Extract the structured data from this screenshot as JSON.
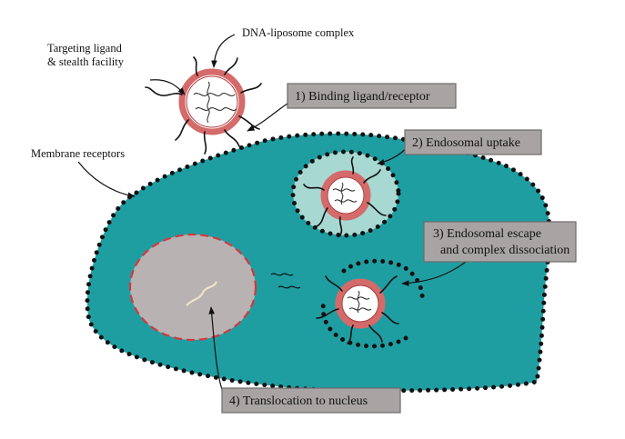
{
  "labels": {
    "targeting": "Targeting ligand",
    "stealth": "& stealth facility",
    "dna_liposome": "DNA-liposome complex",
    "membrane_receptors": "Membrane receptors"
  },
  "steps": [
    "1) Binding ligand/receptor",
    "2) Endosomal uptake",
    "3) Endosomal escape",
    "and complex dissociation",
    "4) Translocation to nucleus"
  ],
  "colors": {
    "cell": "#1f9ea2",
    "cell_border": "#111111",
    "nucleus": "#b8b3b2",
    "nucleus_border": "#d0393f",
    "liposome": "#d56a6a",
    "endosome": "#a7d8d2",
    "label_box": "#a8a4a4"
  }
}
